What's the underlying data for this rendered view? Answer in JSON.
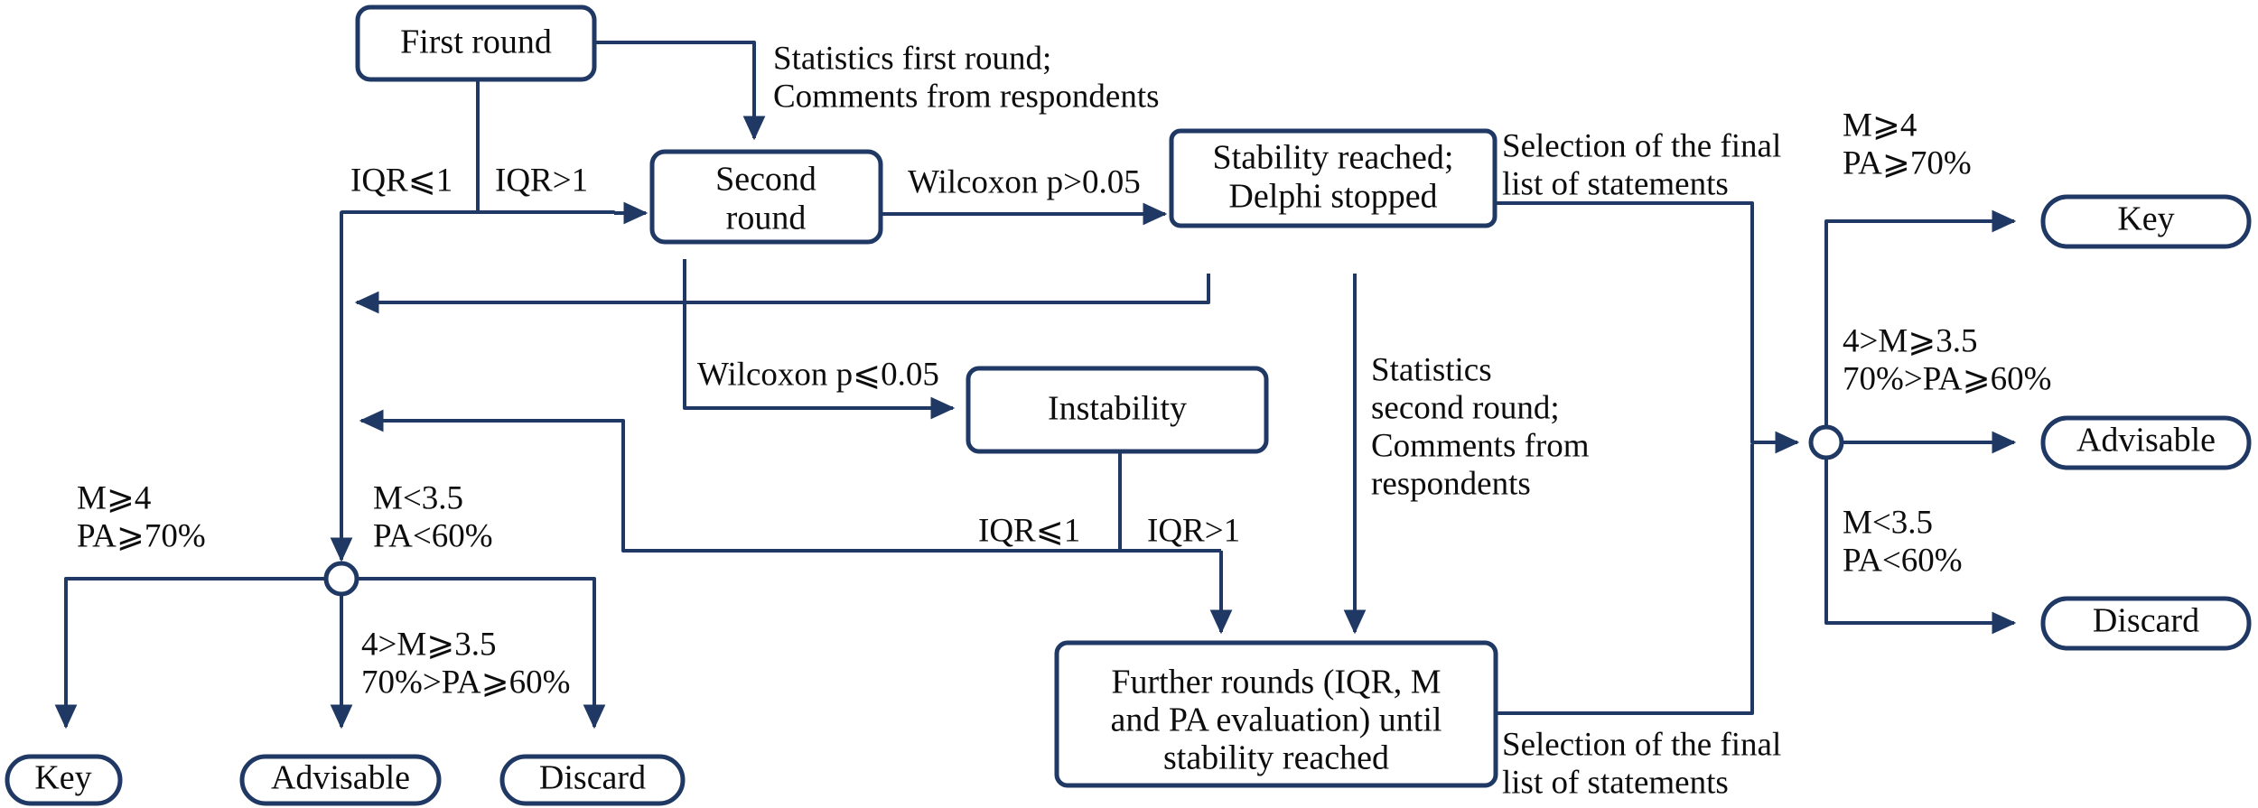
{
  "diagram": {
    "title": "Delphi process flowchart",
    "colors": {
      "stroke": "#1F3864",
      "text": "#0d0d0d",
      "background": "#ffffff"
    },
    "nodes": {
      "first_round": "First round",
      "second_round_line1": "Second",
      "second_round_line2": "round",
      "stability_line1": "Stability reached;",
      "stability_line2": "Delphi stopped",
      "instability": "Instability",
      "further_rounds_line1": "Further rounds (IQR, M",
      "further_rounds_line2": "and PA evaluation) until",
      "further_rounds_line3": "stability reached",
      "key_left": "Key",
      "advisable_left": "Advisable",
      "discard_left": "Discard",
      "key_right": "Key",
      "advisable_right": "Advisable",
      "discard_right": "Discard"
    },
    "edge_labels": {
      "stats_first_round_line1": "Statistics first round;",
      "stats_first_round_line2": "Comments from respondents",
      "iqr_le_1_top": "IQR⩽1",
      "iqr_gt_1_top": "IQR>1",
      "wilcoxon_gt": "Wilcoxon p>0.05",
      "wilcoxon_le": "Wilcoxon p⩽0.05",
      "selection_final_top_line1": "Selection of the final",
      "selection_final_top_line2": "list of statements",
      "selection_final_bottom_line1": "Selection of the final",
      "selection_final_bottom_line2": "list of statements",
      "stats_second_round_line1": "Statistics",
      "stats_second_round_line2": "second round;",
      "stats_second_round_line3": "Comments from",
      "stats_second_round_line4": "respondents",
      "iqr_le_1_bottom": "IQR⩽1",
      "iqr_gt_1_bottom": "IQR>1",
      "left_key_line1": "M⩾4",
      "left_key_line2": "PA⩾70%",
      "left_discard_line1": "M<3.5",
      "left_discard_line2": "PA<60%",
      "left_advisable_line1": "4>M⩾3.5",
      "left_advisable_line2": "70%>PA⩾60%",
      "right_key_line1": "M⩾4",
      "right_key_line2": "PA⩾70%",
      "right_advisable_line1": "4>M⩾3.5",
      "right_advisable_line2": "70%>PA⩾60%",
      "right_discard_line1": "M<3.5",
      "right_discard_line2": "PA<60%"
    }
  }
}
